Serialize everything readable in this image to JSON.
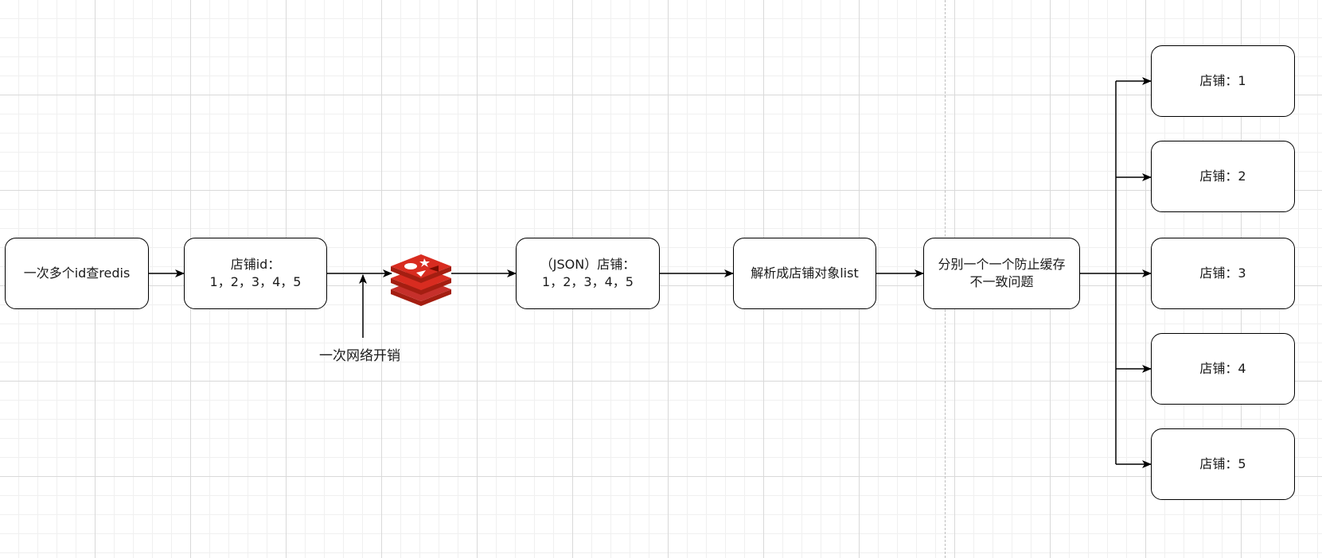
{
  "nodes": {
    "query": "一次多个id查redis",
    "ids_line1": "店铺id：",
    "ids_line2": "1，2，3，4，5",
    "json_line1": "（JSON）店铺：",
    "json_line2": "1，2，3，4，5",
    "parse": "解析成店铺对象list",
    "split_line1": "分别一个一个防止缓存",
    "split_line2": "不一致问题"
  },
  "annotation": "一次网络开销",
  "shops": [
    "店铺：1",
    "店铺：2",
    "店铺：3",
    "店铺：4",
    "店铺：5"
  ],
  "colors": {
    "redis": "#c6302b",
    "redis_dark": "#a41e11",
    "stroke": "#000000"
  },
  "icons": {
    "redis": "redis-logo-icon"
  }
}
